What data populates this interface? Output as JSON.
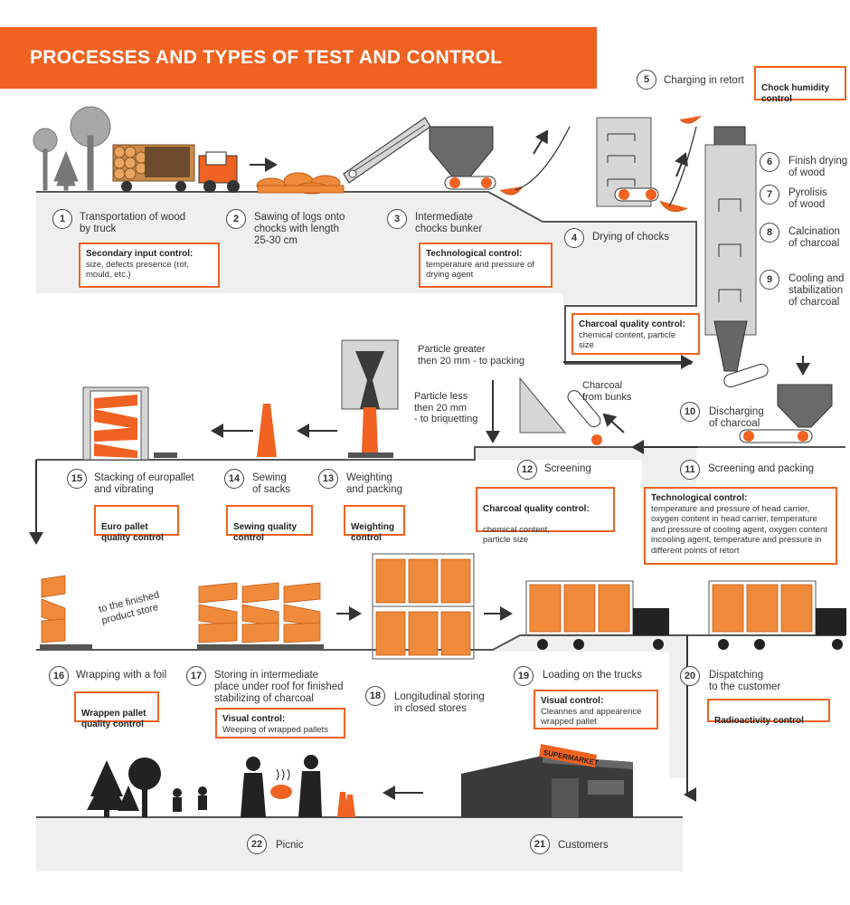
{
  "title": "PROCESSES AND TYPES OF TEST AND CONTROL",
  "steps": [
    {
      "n": "1",
      "label": "Transportation of wood\nby truck"
    },
    {
      "n": "2",
      "label": "Sawing of logs onto\nchocks with length\n25-30 cm"
    },
    {
      "n": "3",
      "label": "Intermediate\nchocks bunker"
    },
    {
      "n": "4",
      "label": "Drying of chocks"
    },
    {
      "n": "5",
      "label": "Charging in retort"
    },
    {
      "n": "6",
      "label": "Finish drying\nof wood"
    },
    {
      "n": "7",
      "label": "Pyrolisis\nof wood"
    },
    {
      "n": "8",
      "label": "Calcination\nof charcoal"
    },
    {
      "n": "9",
      "label": "Cooling and\nstabilization\nof charcoal"
    },
    {
      "n": "10",
      "label": "Discharging\nof charcoal"
    },
    {
      "n": "11",
      "label": "Screening and packing"
    },
    {
      "n": "12",
      "label": "Screening"
    },
    {
      "n": "13",
      "label": "Weighting\nand packing"
    },
    {
      "n": "14",
      "label": "Sewing\nof sacks"
    },
    {
      "n": "15",
      "label": "Stacking of europallet\nand vibrating"
    },
    {
      "n": "16",
      "label": "Wrapping with a foil"
    },
    {
      "n": "17",
      "label": "Storing in intermediate\nplace under roof for finished\nstabilizing of charcoal"
    },
    {
      "n": "18",
      "label": "Longitudinal storing\nin closed stores"
    },
    {
      "n": "19",
      "label": "Loading on the trucks"
    },
    {
      "n": "20",
      "label": "Dispatching\nto the customer"
    },
    {
      "n": "21",
      "label": "Customers"
    },
    {
      "n": "22",
      "label": "Picnic"
    }
  ],
  "controls": {
    "secondary_input": {
      "title": "Secondary input control:",
      "text": "size, defects presence (rot, mould, etc.)"
    },
    "technological_1": {
      "title": "Technological control:",
      "text": "temperature and pressure of drying agent"
    },
    "chock_humidity": {
      "title": "Chock humidity control"
    },
    "charcoal_quality_1": {
      "title": "Charcoal quality control:",
      "text": "chemical content, particle size"
    },
    "charcoal_quality_2": {
      "title": "Charcoal quality control:",
      "text": "chemical content,\nparticle size"
    },
    "technological_2": {
      "title": "Technological control:",
      "text": "temperature and pressure of head carrier, oxygen content in head carrier, temperature and pressure of cooling agent, oxygen content incooling agent, temperature and pressure in different points of retort"
    },
    "weighting": {
      "title": "Weighting\ncontrol"
    },
    "sewing_quality": {
      "title": "Sewing quality\ncontrol"
    },
    "euro_pallet": {
      "title": "Euro pallet\nquality control"
    },
    "wrappen_pallet": {
      "title": "Wrappen pallet\nquality control"
    },
    "visual_1": {
      "title": "Visual control:",
      "text": "Weeping of wrapped pallets"
    },
    "visual_2": {
      "title": "Visual control:",
      "text": "Cleannes and appearence wrapped pallet"
    },
    "radioactivity": {
      "title": "Radioactivity control"
    }
  },
  "notes": {
    "particle_greater": "Particle greater\nthen 20 mm - to packing",
    "particle_less": "Particle less\nthen 20 mm\n- to briquetting",
    "charcoal_from_bunks": "Charcoal\nfrom bunks",
    "to_finished_store": "to the finished\nproduct store",
    "supermarket": "SUPERMARKET"
  },
  "colors": {
    "accent": "#ef6221",
    "machine_gray": "#d6d6d6",
    "dark": "#3a3a3a",
    "ground": "#e6e6e6"
  }
}
